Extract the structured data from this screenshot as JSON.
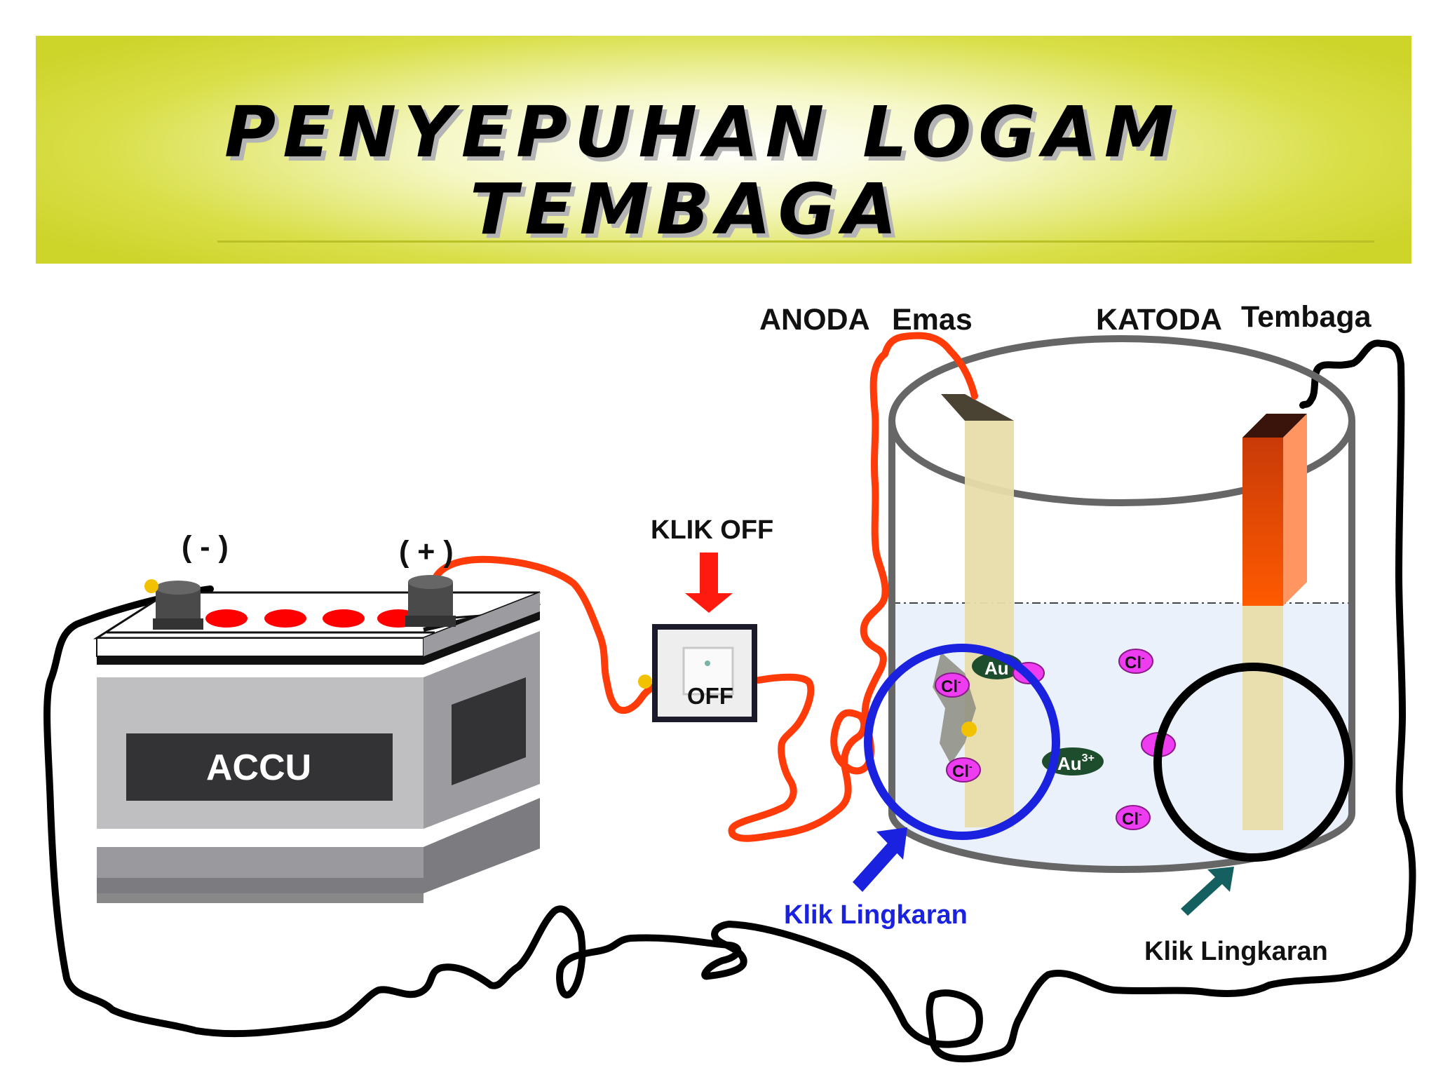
{
  "title": {
    "line1": "PENYEPUHAN LOGAM",
    "line2": "TEMBAGA"
  },
  "labels": {
    "anoda": "ANODA",
    "anoda_material": "Emas",
    "katoda": "KATODA",
    "katoda_material": "Tembaga",
    "klik_off": "KLIK OFF",
    "switch_state": "OFF",
    "battery": "ACCU",
    "negative_terminal": "( - )",
    "positive_terminal": "( + )",
    "klik_lingkaran_anode": "Klik Lingkaran",
    "klik_lingkaran_cathode": "Klik Lingkaran"
  },
  "ions": {
    "chloride": {
      "base": "Cl",
      "charge": "-"
    },
    "gold": {
      "base": "Au",
      "charge": "3+"
    }
  },
  "colors": {
    "banner": "#cdd42a",
    "wire_red": "#ff3b0a",
    "outer_wire": "#000000",
    "gold_electrode": "#e8dcaa",
    "copper_electrode": "#f06010",
    "electrolyte": "#e8f0fa",
    "chloride_ion": "#ee3df0",
    "gold_ion": "#1e4d2e",
    "highlight_blue": "#1a22e0",
    "arrow_red": "#ff1a10",
    "arrow_teal": "#146060",
    "terminal_dot": "#f2c200",
    "battery_cap": "#ff0000"
  }
}
